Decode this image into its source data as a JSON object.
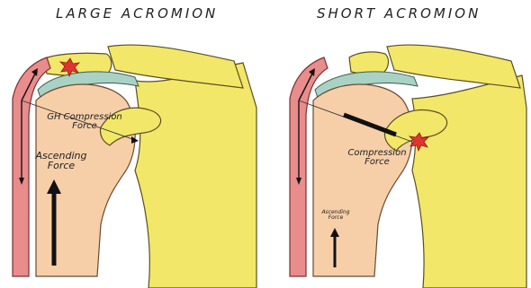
{
  "panels": {
    "left": {
      "title": "LARGE ACROMION",
      "labels": {
        "gh_compression_1": "GH Compression",
        "gh_compression_2": "Force",
        "ascending_1": "Ascending",
        "ascending_2": "Force"
      }
    },
    "right": {
      "title": "SHORT ACROMION",
      "labels": {
        "compression_1": "Compression",
        "compression_2": "Force",
        "ascending_1": "Ascending",
        "ascending_2": "Force"
      }
    }
  },
  "colors": {
    "bone_yellow": "#f3e76a",
    "humerus": "#f6cfa8",
    "cartilage": "#a9d2c4",
    "deltoid": "#e98c8c",
    "impingement_star": "#e0342f"
  }
}
